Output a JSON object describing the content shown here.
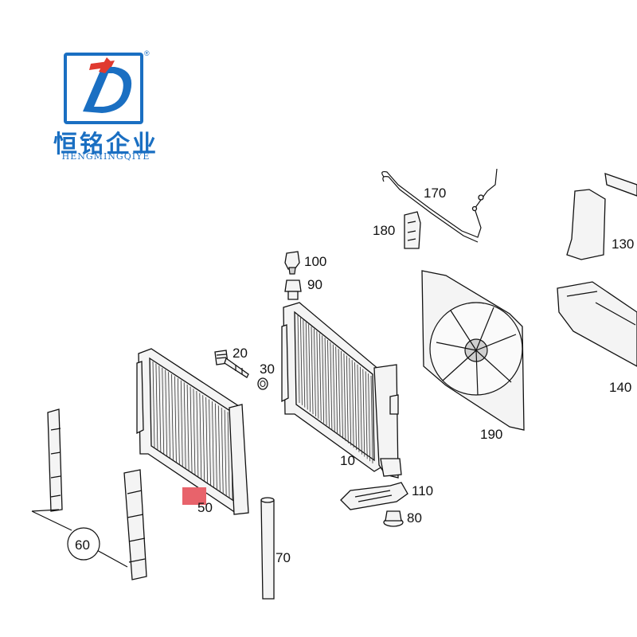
{
  "logo": {
    "brand_cn": "恒铭企业",
    "brand_en": "HENGMINGQIYE",
    "registered": "®",
    "accent": "#1a6fc2"
  },
  "callouts": {
    "p10": "10",
    "p20": "20",
    "p30": "30",
    "p50": "50",
    "p60": "60",
    "p70": "70",
    "p80": "80",
    "p90": "90",
    "p100": "100",
    "p110": "110",
    "p130": "130",
    "p140": "140",
    "p170": "170",
    "p180": "180",
    "p190": "190"
  },
  "colors": {
    "line": "#111111",
    "highlight": "#e8636b"
  }
}
